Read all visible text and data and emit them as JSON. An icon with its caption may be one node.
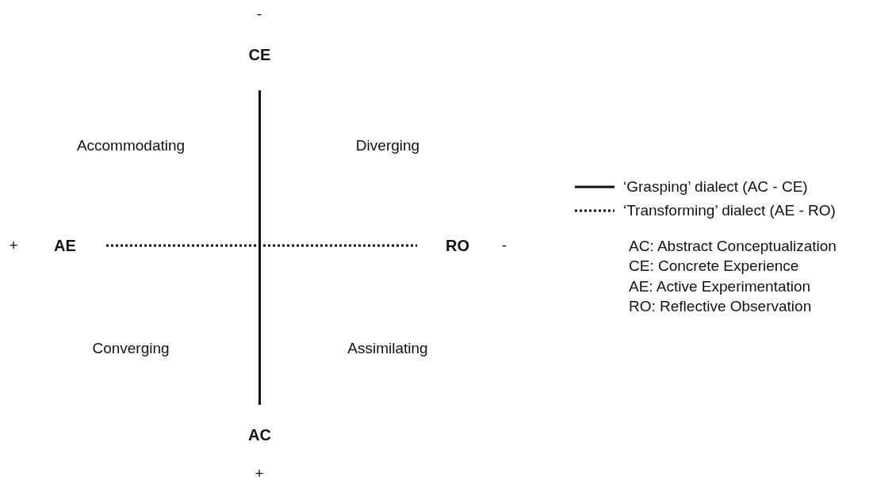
{
  "diagram": {
    "nodes": [
      {
        "text": [
          "CE"
        ]
      },
      {
        "text": [
          "AC"
        ]
      },
      {
        "text": [
          "AE"
        ]
      },
      {
        "text": [
          "RO"
        ]
      }
    ],
    "edges": [
      {
        "from": 0,
        "to": 1,
        "arrow": "none"
      },
      {
        "from": 2,
        "to": 3,
        "arrow": "none",
        "style": "dashed"
      }
    ],
    "labels": [
      "-",
      "Accommodating",
      "Diverging",
      "+",
      "-",
      "Converging",
      "Assimilating",
      "+",
      "AC: Abstract Conceptualization",
      "CE: Concrete Experience",
      "AE: Active Experimentation",
      "RO: Reflective Observation"
    ],
    "legend": [
      {
        "text": "‘Grasping’ dialect (AC - CE)"
      },
      {
        "text": "‘Transforming’ dialect (AE - RO)"
      }
    ]
  }
}
